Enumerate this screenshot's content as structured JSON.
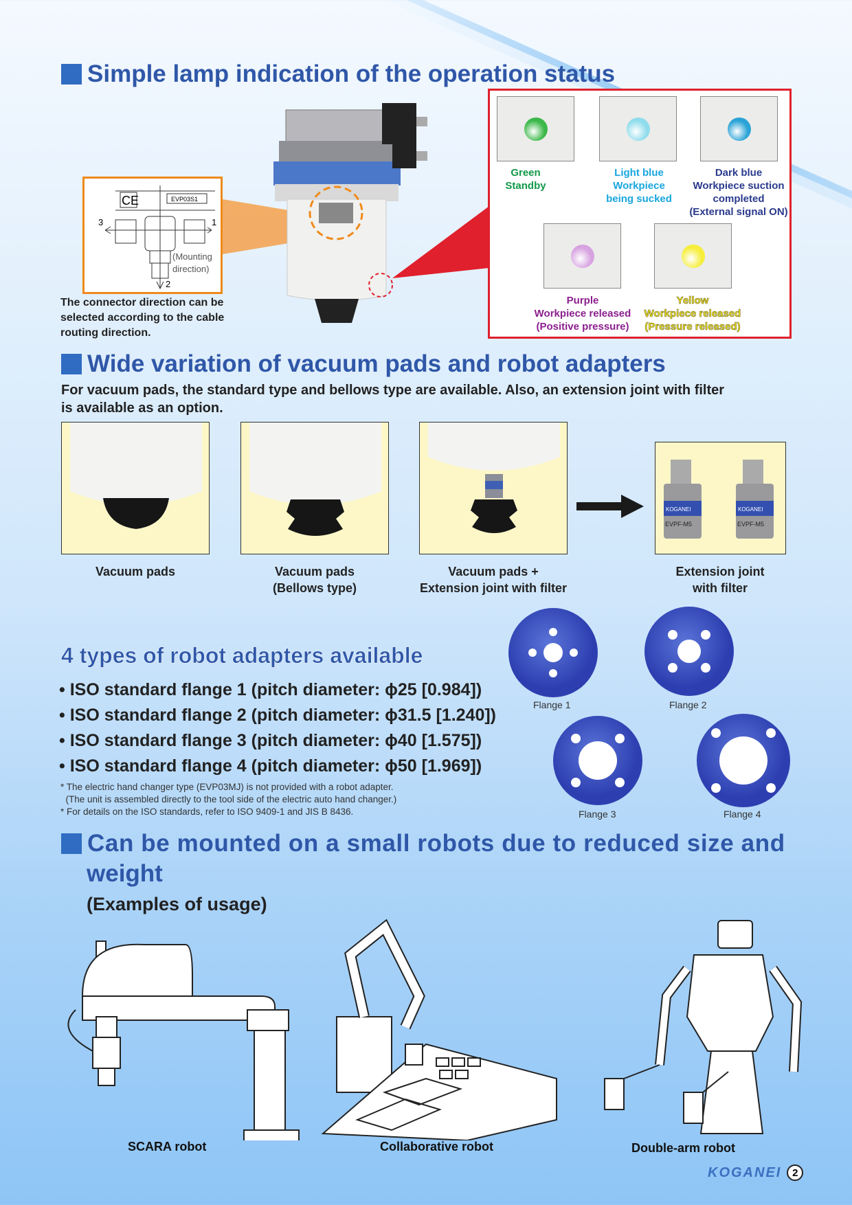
{
  "section1": {
    "heading": "Simple lamp indication of the operation status",
    "connector_caption": [
      "The connector direction can be",
      "selected according to the cable",
      "routing direction."
    ],
    "diagram": {
      "ce": "CE",
      "model": "EVP03S1",
      "dir1": "1",
      "dir2": "2",
      "dir3": "3",
      "mounting": "(Mounting",
      "mounting2": "direction)"
    },
    "lamps": [
      {
        "color": "#3cb84a",
        "text_color": "#119a48",
        "lines": [
          "Green",
          "Standby"
        ]
      },
      {
        "color": "#8fdcec",
        "text_color": "#19a6de",
        "lines": [
          "Light blue",
          "Workpiece",
          "being sucked"
        ]
      },
      {
        "color": "#2aa3d6",
        "text_color": "#2a3a8c",
        "lines": [
          "Dark blue",
          "Workpiece suction",
          "completed",
          "(External signal ON)"
        ]
      },
      {
        "color": "#d7a2e0",
        "text_color": "#8b1f8e",
        "lines": [
          "Purple",
          "Workpiece released",
          "(Positive pressure)"
        ]
      },
      {
        "color": "#f6ee3a",
        "text_color": "#f2e51b",
        "lines": [
          "Yellow",
          "Workpiece released",
          "(Pressure released)"
        ]
      }
    ]
  },
  "section2": {
    "heading": "Wide variation of vacuum pads and robot adapters",
    "intro": [
      "For vacuum pads, the standard type and bellows type are available. Also, an extension joint with filter",
      "is available as an option."
    ],
    "pads": [
      {
        "lines": [
          "Vacuum pads",
          ""
        ]
      },
      {
        "lines": [
          "Vacuum pads",
          "(Bellows type)"
        ]
      },
      {
        "lines": [
          "Vacuum pads +",
          "Extension joint with filter"
        ]
      },
      {
        "lines": [
          "Extension joint",
          "with filter"
        ]
      }
    ],
    "joint_label": "EVPF-M5",
    "brand_small": "KOGANEI"
  },
  "adapters": {
    "heading": "4 types of robot adapters available",
    "bullets": [
      "• ISO standard flange 1 (pitch diameter: ϕ25 [0.984])",
      "• ISO standard flange 2 (pitch diameter: ϕ31.5 [1.240])",
      "• ISO standard flange 3 (pitch diameter: ϕ40 [1.575])",
      "• ISO standard flange 4 (pitch diameter: ϕ50 [1.969])"
    ],
    "notes": [
      "* The electric hand changer type (EVP03MJ) is not provided with a robot adapter.",
      "  (The unit is assembled directly to the tool side of the electric auto hand changer.)",
      "* For details on the ISO standards, refer to ISO 9409-1 and JIS B 8436."
    ],
    "flanges": [
      "Flange 1",
      "Flange 2",
      "Flange 3",
      "Flange 4"
    ]
  },
  "section3": {
    "heading1": "Can be mounted on a small robots due to reduced size and",
    "heading2": "weight",
    "sub": "(Examples of usage)",
    "robots": [
      "SCARA robot",
      "Collaborative robot",
      "Double-arm robot"
    ]
  },
  "footer": {
    "brand": "KOGANEI",
    "page": "2"
  }
}
